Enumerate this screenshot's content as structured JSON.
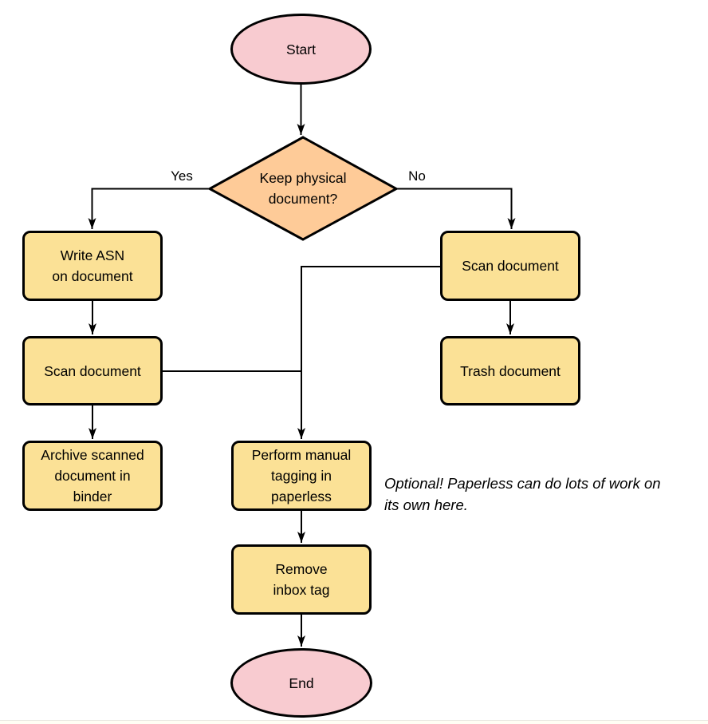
{
  "diagram": {
    "type": "flowchart",
    "colors": {
      "terminator_fill": "#F8CBD0",
      "process_fill": "#FBE196",
      "decision_fill": "#FECB98",
      "stroke": "#000000",
      "connector": "#000000"
    },
    "nodes": {
      "start": {
        "shape": "terminator",
        "label": "Start"
      },
      "decision": {
        "shape": "decision",
        "label": "Keep physical\ndocument?"
      },
      "write_asn": {
        "shape": "process",
        "label": "Write ASN\non document"
      },
      "scan_left": {
        "shape": "process",
        "label": "Scan document"
      },
      "archive": {
        "shape": "process",
        "label": "Archive scanned\ndocument in\nbinder"
      },
      "scan_right": {
        "shape": "process",
        "label": "Scan document"
      },
      "trash": {
        "shape": "process",
        "label": "Trash document"
      },
      "tagging": {
        "shape": "process",
        "label": "Perform manual\ntagging in\npaperless"
      },
      "remove_inbox": {
        "shape": "process",
        "label": "Remove\ninbox tag"
      },
      "end": {
        "shape": "terminator",
        "label": "End"
      }
    },
    "edge_labels": {
      "yes": "Yes",
      "no": "No"
    },
    "edges": [
      "start -> decision",
      "decision -Yes-> write_asn",
      "decision -No-> scan_right",
      "write_asn -> scan_left",
      "scan_left -> archive",
      "scan_left -> tagging",
      "scan_right -> trash",
      "scan_right -> tagging",
      "tagging -> remove_inbox",
      "remove_inbox -> end"
    ],
    "annotation": "Optional! Paperless can do lots of work on\nits own here."
  }
}
